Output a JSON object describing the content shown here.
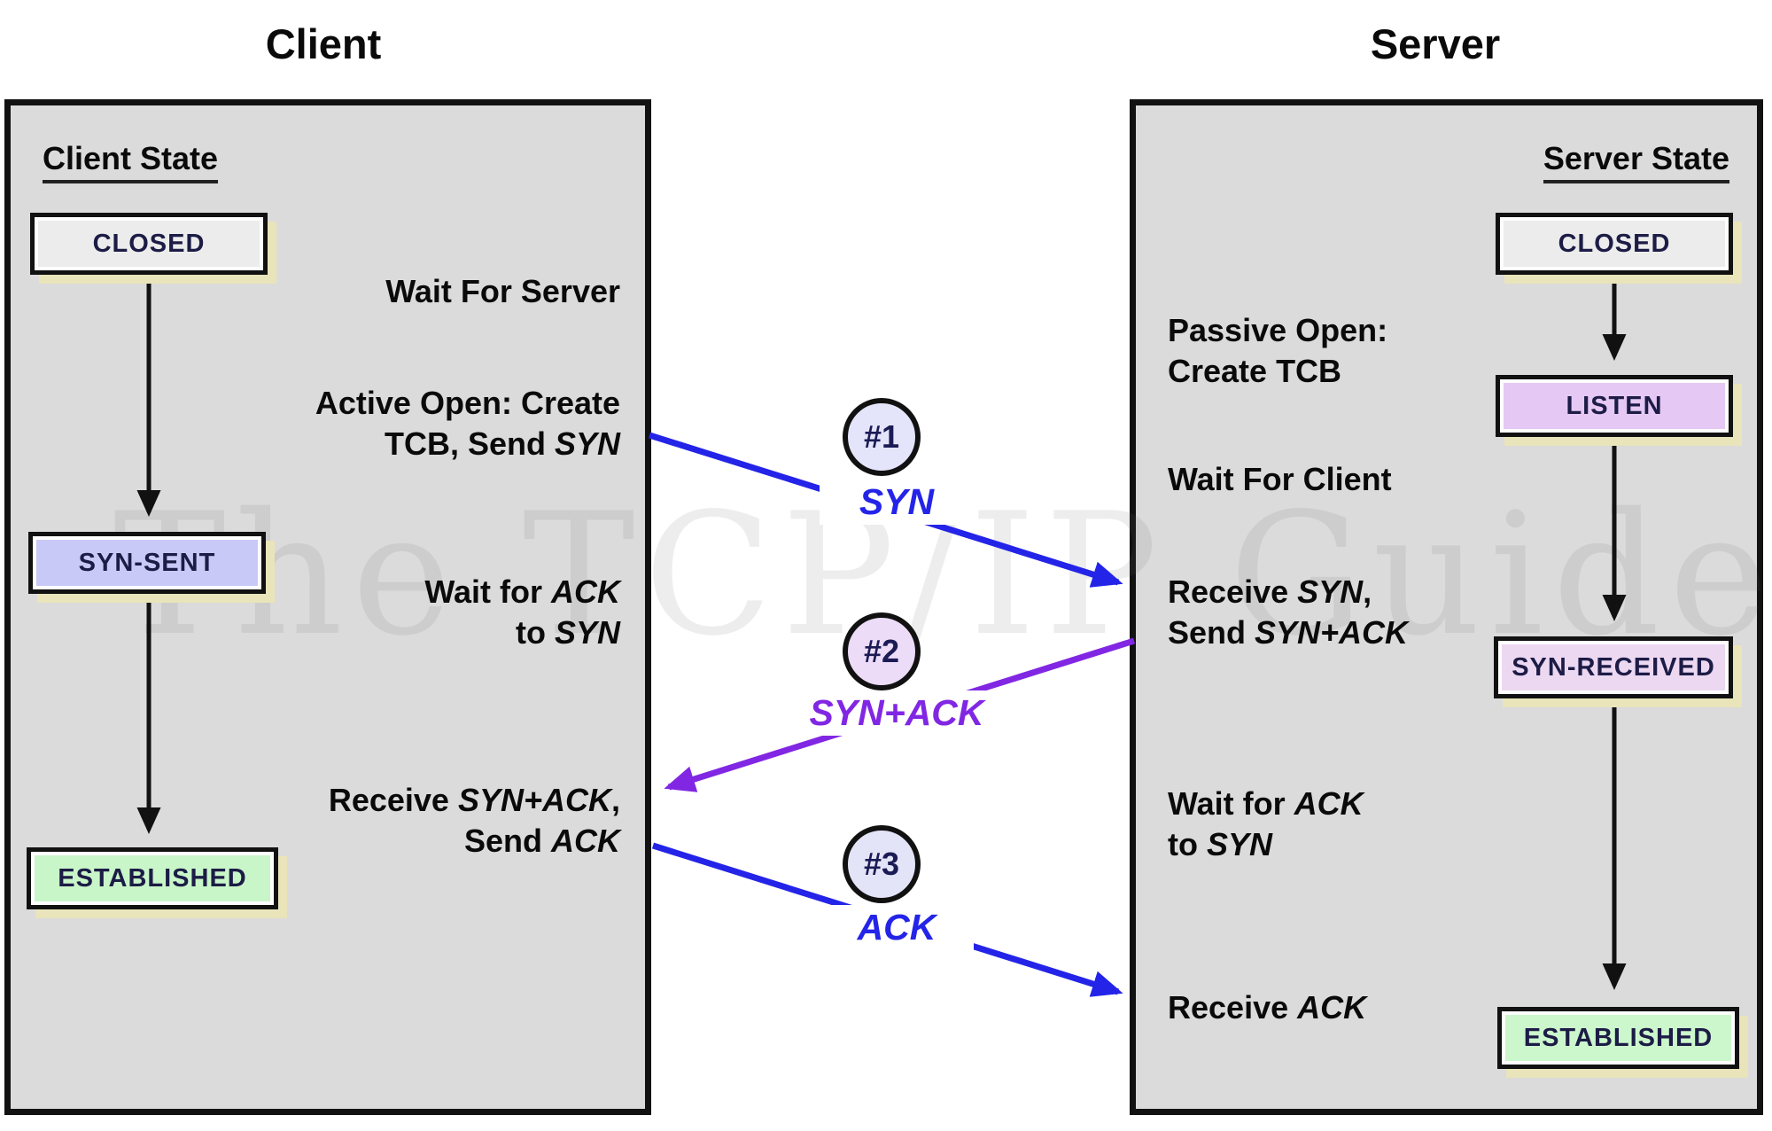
{
  "titles": {
    "client": "Client",
    "server": "Server"
  },
  "watermark": "The TCP/IP Guide",
  "client": {
    "state_header": "Client State",
    "states": [
      {
        "label": "CLOSED",
        "fill": "#ececec"
      },
      {
        "label": "SYN-SENT",
        "fill": "#c9c9f7"
      },
      {
        "label": "ESTABLISHED",
        "fill": "#c9f6c9"
      }
    ],
    "annotations": [
      {
        "lines": [
          [
            {
              "t": "Wait For Server"
            }
          ]
        ]
      },
      {
        "lines": [
          [
            {
              "t": "Active Open: Create"
            }
          ],
          [
            {
              "t": "TCB, Send "
            },
            {
              "t": "SYN",
              "i": true
            }
          ]
        ]
      },
      {
        "lines": [
          [
            {
              "t": "Wait for "
            },
            {
              "t": "ACK",
              "i": true
            }
          ],
          [
            {
              "t": "to "
            },
            {
              "t": "SYN",
              "i": true
            }
          ]
        ]
      },
      {
        "lines": [
          [
            {
              "t": "Receive "
            },
            {
              "t": "SYN+ACK",
              "i": true
            },
            {
              "t": ","
            }
          ],
          [
            {
              "t": "Send "
            },
            {
              "t": "ACK",
              "i": true
            }
          ]
        ]
      }
    ]
  },
  "server": {
    "state_header": "Server State",
    "states": [
      {
        "label": "CLOSED",
        "fill": "#ececec"
      },
      {
        "label": "LISTEN",
        "fill": "#e5c8f3"
      },
      {
        "label": "SYN-RECEIVED",
        "fill": "#ecd8f1"
      },
      {
        "label": "ESTABLISHED",
        "fill": "#ccf7cc"
      }
    ],
    "annotations": [
      {
        "lines": [
          [
            {
              "t": "Passive Open:"
            }
          ],
          [
            {
              "t": "Create TCB"
            }
          ]
        ]
      },
      {
        "lines": [
          [
            {
              "t": "Wait For Client"
            }
          ]
        ]
      },
      {
        "lines": [
          [
            {
              "t": "Receive "
            },
            {
              "t": "SYN",
              "i": true
            },
            {
              "t": ","
            }
          ],
          [
            {
              "t": "Send "
            },
            {
              "t": "SYN+ACK",
              "i": true
            }
          ]
        ]
      },
      {
        "lines": [
          [
            {
              "t": "Wait for "
            },
            {
              "t": "ACK",
              "i": true
            }
          ],
          [
            {
              "t": "to "
            },
            {
              "t": "SYN",
              "i": true
            }
          ]
        ]
      },
      {
        "lines": [
          [
            {
              "t": "Receive "
            },
            {
              "t": "ACK",
              "i": true
            }
          ]
        ]
      }
    ]
  },
  "messages": [
    {
      "number": "#1",
      "label": "SYN",
      "color": "#2424e8",
      "circle_fill": "#e4e4fb"
    },
    {
      "number": "#2",
      "label": "SYN+ACK",
      "color": "#8127e3",
      "circle_fill": "#ecdcf7"
    },
    {
      "number": "#3",
      "label": "ACK",
      "color": "#2424e8",
      "circle_fill": "#e4e4f8"
    }
  ],
  "colors": {
    "panel_fill": "#dbdbdb",
    "panel_border": "#121212",
    "box_shadow": "#e9e4ba",
    "black_arrow": "#111111"
  }
}
